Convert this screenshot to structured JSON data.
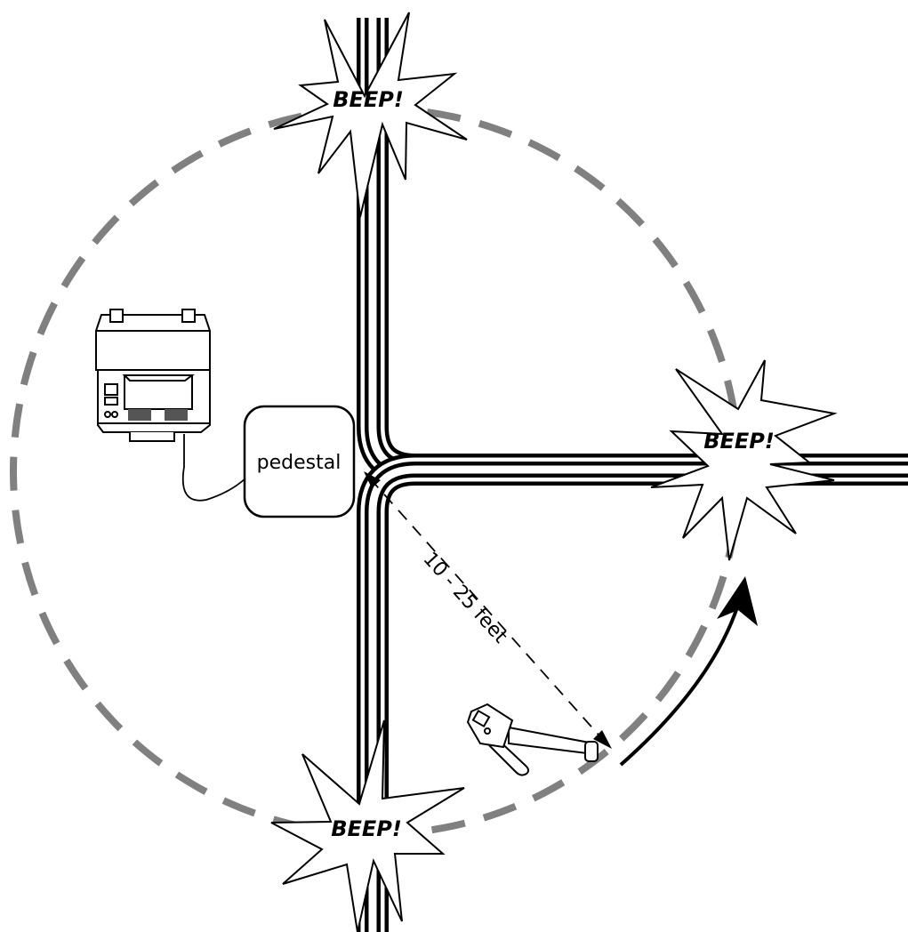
{
  "pedestal_label": "pedestal",
  "distance_label": "10 - 25 feet",
  "beeps": [
    {
      "id": "top",
      "label": "BEEP!"
    },
    {
      "id": "right",
      "label": "BEEP!"
    },
    {
      "id": "bottom",
      "label": "BEEP!"
    }
  ],
  "colors": {
    "circle": "#808080",
    "line": "#000000",
    "background": "#ffffff"
  },
  "icons": {
    "transmitter": "transmitter-case-icon",
    "receiver": "handheld-receiver-icon",
    "direction": "sweep-direction-arrow-icon"
  }
}
